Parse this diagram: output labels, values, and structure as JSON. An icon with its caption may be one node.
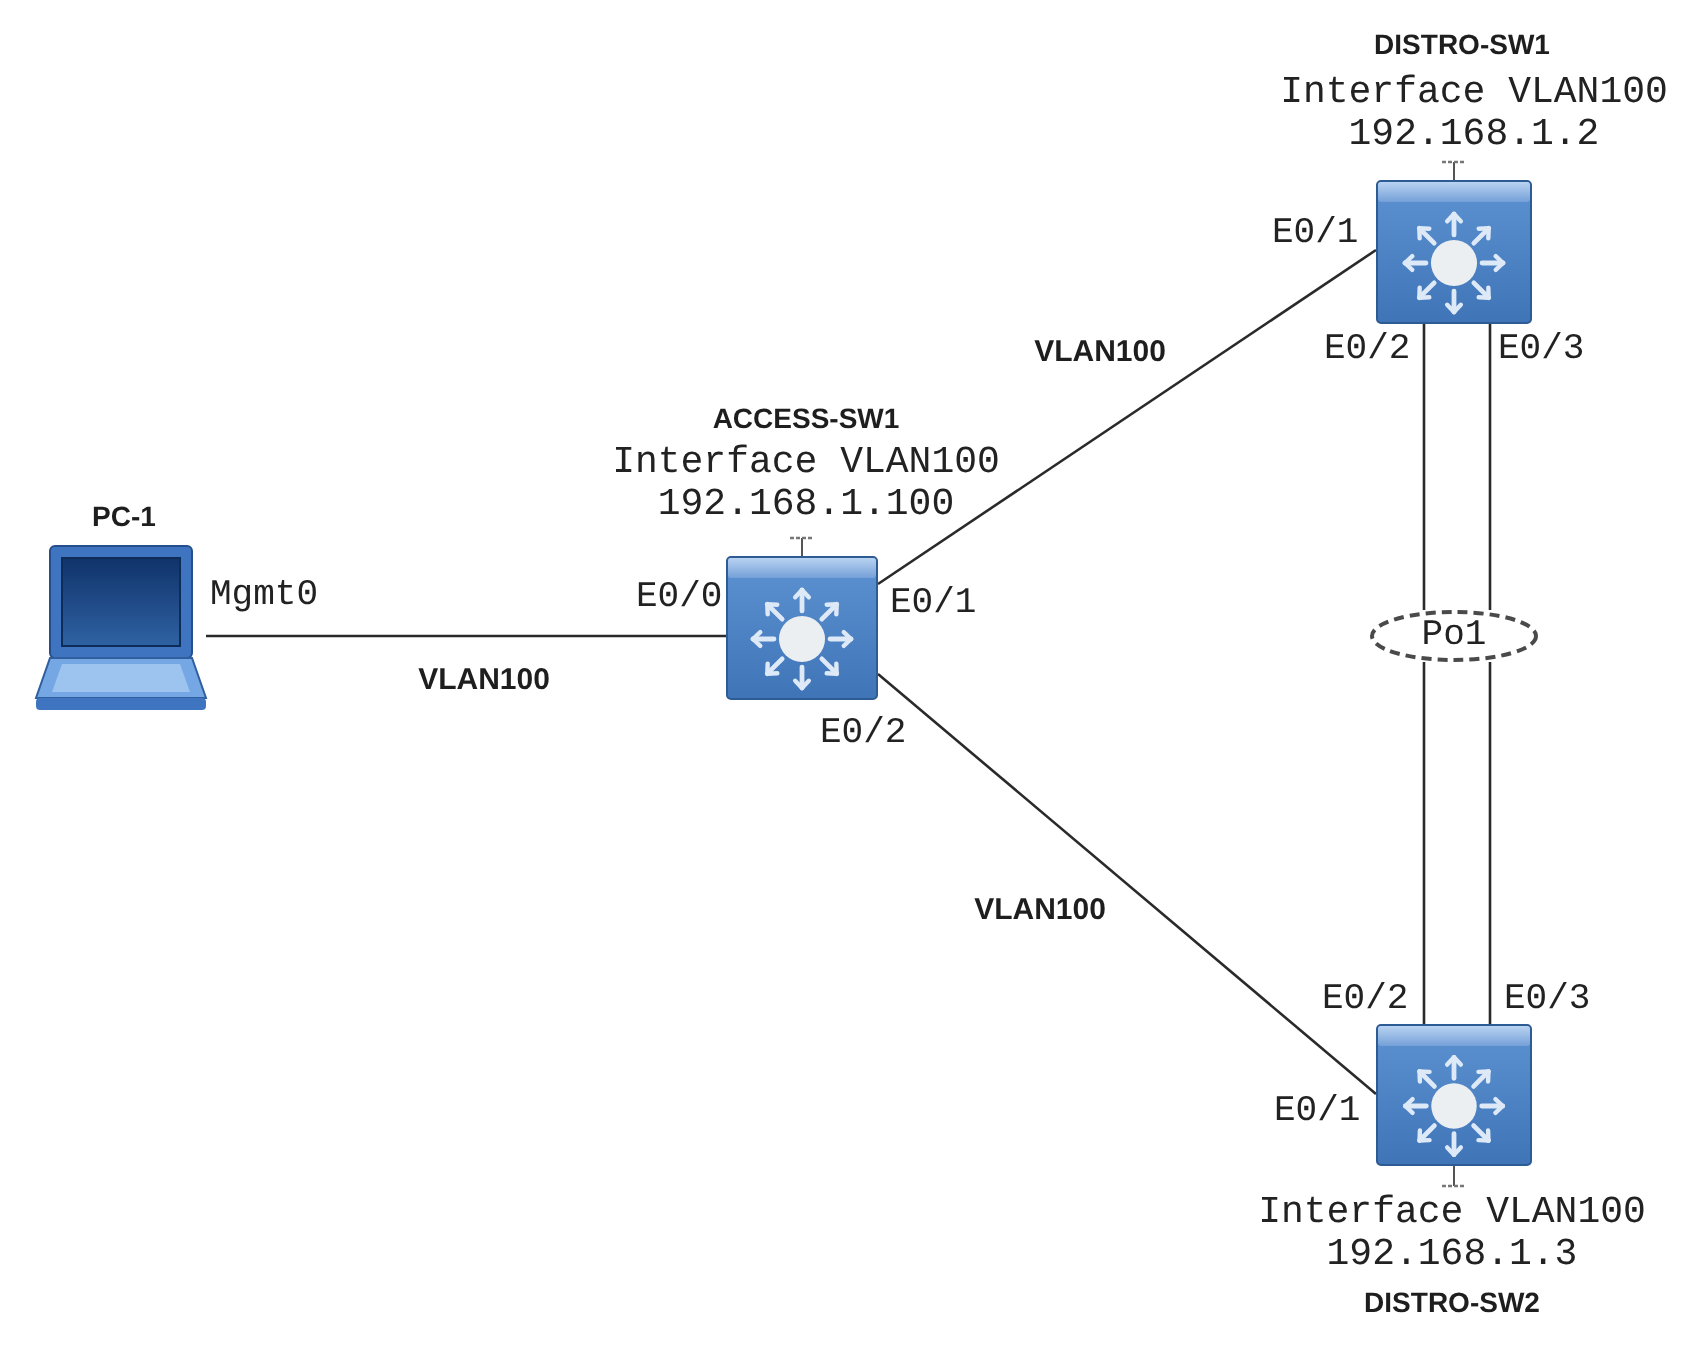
{
  "diagram": {
    "nodes": [
      {
        "text": [
          "PC-1"
        ]
      },
      {
        "text": [
          "ACCESS-SW1",
          "Interface VLAN100 192.168.1.100"
        ]
      },
      {
        "text": [
          "DISTRO-SW1",
          "Interface VLAN100 192.168.1.2"
        ]
      },
      {
        "text": [
          "Po1"
        ]
      },
      {
        "text": [
          "Interface VLAN100 192.168.1.3",
          "DISTRO-SW2"
        ]
      }
    ],
    "edges": [
      {
        "from": 0,
        "to": 1,
        "arrow": "none",
        "label": "VLAN100"
      },
      {
        "from": 1,
        "to": 2,
        "arrow": "none",
        "label": "VLAN100"
      },
      {
        "from": 1,
        "to": 4,
        "arrow": "none",
        "label": "VLAN100"
      },
      {
        "from": 2,
        "to": 3,
        "arrow": "none"
      },
      {
        "from": 2,
        "to": 3,
        "arrow": "none"
      },
      {
        "from": 3,
        "to": 4,
        "arrow": "none"
      },
      {
        "from": 3,
        "to": 4,
        "arrow": "none"
      }
    ],
    "labels": [
      "E0/1",
      "E0/2",
      "E0/3",
      "Mgmt0",
      "E0/0",
      "E0/1",
      "E0/2",
      "E0/2",
      "E0/3",
      "E0/1"
    ]
  }
}
